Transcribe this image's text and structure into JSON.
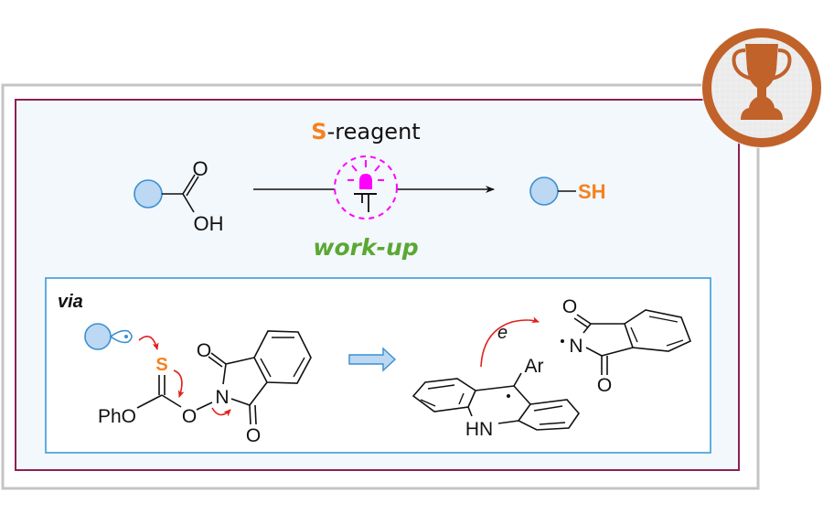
{
  "figure": {
    "reaction": {
      "reagent_prefix": "S",
      "reagent_suffix": "-reagent",
      "condition_below": "work-up",
      "product_group": "SH",
      "reactant_oxygen": "O",
      "reactant_hydroxyl": "OH",
      "light_source_icon": "led-light-icon"
    },
    "mechanism": {
      "label": "via",
      "thiocarbonyl_sulfur": "S",
      "phenoxy_label": "PhO",
      "ester_oxygen": "O",
      "imide_nitrogen": "N",
      "imide_oxygen_top": "O",
      "imide_oxygen_bottom": "O",
      "electron_label": "e",
      "aryl_label": "Ar",
      "amine_label": "HN",
      "radical_nitrogen": "N",
      "radical_oxygen_top": "O",
      "radical_oxygen_bottom": "O"
    },
    "badge": {
      "icon": "trophy-icon"
    },
    "colors": {
      "accent_orange": "#f5821f",
      "green": "#5aa832",
      "magenta": "#ff00ff",
      "arrow_red": "#e0201b",
      "substrate_blue": "#3b8fd1",
      "substrate_fill": "#bcd8f2",
      "frame_purple": "#8b2252",
      "frame_gray": "#c4c4c4",
      "panel_bg": "#f3f8fd",
      "badge_brown": "#c0622a"
    }
  }
}
